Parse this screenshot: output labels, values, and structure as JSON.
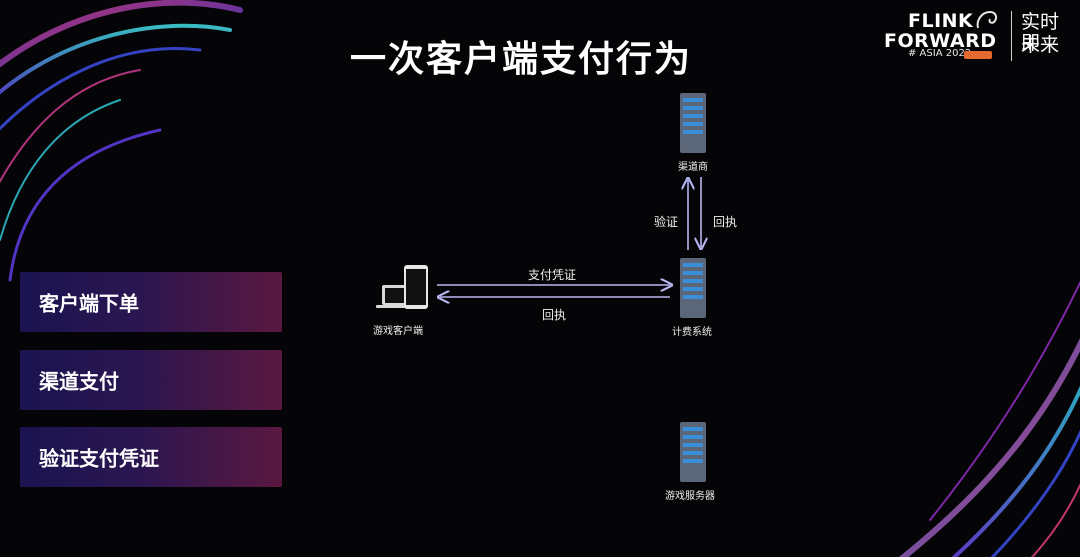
{
  "title": "一次客户端支付行为",
  "logo": {
    "line1": "FLINK",
    "line2": "FORWARD",
    "line3": "# ASIA 2022",
    "cn_line1": "实时即",
    "cn_line2": "未来"
  },
  "steps": [
    "客户端下单",
    "渠道支付",
    "验证支付凭证"
  ],
  "nodes": {
    "client": "游戏客户端",
    "channel": "渠道商",
    "billing": "计费系统",
    "game_server": "游戏服务器"
  },
  "edges": {
    "client_to_billing": "支付凭证",
    "billing_to_client": "回执",
    "billing_to_channel": "验证",
    "channel_to_billing": "回执"
  },
  "colors": {
    "arrow": "#b9b7f2",
    "server_body": "#5b6678",
    "server_slot": "#3a8fd6"
  }
}
